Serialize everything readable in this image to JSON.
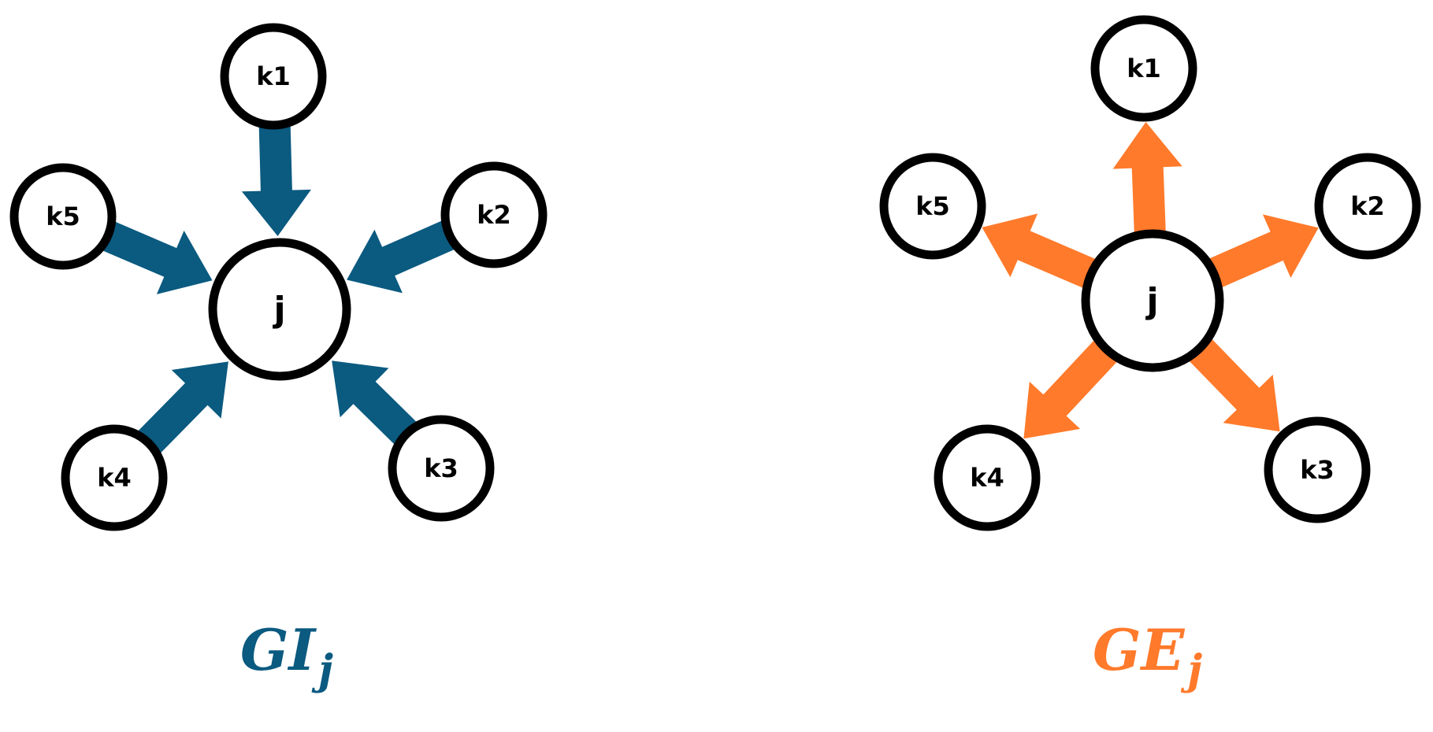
{
  "graphs": [
    {
      "id": "left",
      "center_label": "j",
      "direction": "incoming",
      "color": "#0b5a80",
      "caption_main": "GI",
      "caption_sub": "j",
      "neighbors": [
        "k1",
        "k2",
        "k3",
        "k4",
        "k5"
      ]
    },
    {
      "id": "right",
      "center_label": "j",
      "direction": "outgoing",
      "color": "#ff7a2b",
      "caption_main": "GE",
      "caption_sub": "j",
      "neighbors": [
        "k1",
        "k2",
        "k3",
        "k4",
        "k5"
      ]
    }
  ]
}
